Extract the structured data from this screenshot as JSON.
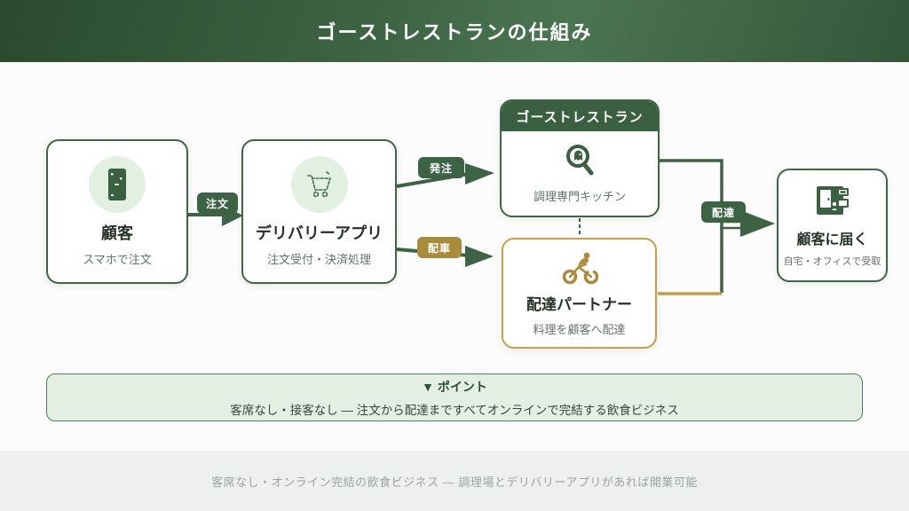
{
  "header": {
    "title": "ゴーストレストランの仕組み"
  },
  "flow": {
    "nodes": {
      "customer": {
        "title": "顧客",
        "subtitle": "スマホで注文",
        "icon": "smartphone-icon"
      },
      "app": {
        "title": "デリバリーアプリ",
        "subtitle": "注文受付・決済処理",
        "icon": "shopping-cart-icon"
      },
      "restaurant": {
        "title": "ゴーストレストラン",
        "subtitle": "調理専門キッチン",
        "icon": "magnifier-ghost-icon"
      },
      "courier": {
        "title": "配達パートナー",
        "subtitle": "料理を顧客へ配達",
        "icon": "bicycle-courier-icon"
      },
      "delivered": {
        "title": "顧客に届く",
        "subtitle": "自宅・オフィスで受取",
        "icon": "home-delivery-icon"
      }
    },
    "edges": {
      "order": "注文",
      "purchase": "発注",
      "dispatch": "配車",
      "delivery": "配達"
    }
  },
  "point": {
    "title": "▼ ポイント",
    "text": "客席なし・接客なし ― 注文から配達まですべてオンラインで完結する飲食ビジネス"
  },
  "footer": {
    "text": "客席なし・オンライン完結の飲食ビジネス ― 調理場とデリバリーアプリがあれば開業可能"
  },
  "colors": {
    "dark_green": "#3a5f41",
    "connector_green": "#3d6345",
    "gold": "#a98c3b",
    "gold_border": "#c3a04a",
    "light_green_fill": "#e2f0e1",
    "point_bg": "#e2efe2",
    "header_gradient_dark": "#2a4a2e",
    "header_gradient_light": "#4b7550"
  }
}
